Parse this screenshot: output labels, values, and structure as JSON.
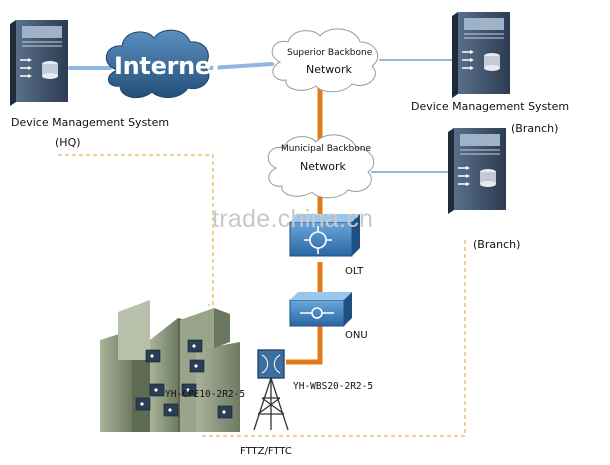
{
  "labels": {
    "dms_hq": "Device Management System",
    "hq": "(HQ)",
    "internet": "Internet",
    "superior_top": "Superior Backbone",
    "superior_bottom": "Network",
    "municipal_top": "Municipal Backbone",
    "municipal_bottom": "Network",
    "dms_branch": "Device Management System",
    "branch1": "(Branch)",
    "branch2": "(Branch)",
    "olt": "OLT",
    "onu": "ONU",
    "cpe": "YH-CPE10-2R2-5",
    "wbs": "YH-WBS20-2R2-5",
    "fttz": "FTTZ/FTTC",
    "watermark": "trade.china.cn"
  },
  "icons": {
    "server": "server-rack-icon",
    "cloud": "cloud-icon",
    "olt": "olt-device-icon",
    "onu": "onu-device-icon",
    "tower": "radio-tower-icon",
    "buildings": "city-buildings-icon"
  },
  "colors": {
    "blue_link": "#8fb8e0",
    "orange_link": "#e07b1a",
    "dashed_link": "#e0b64a",
    "internet_cloud": "#3a6f9e",
    "device_blue": "#3d7fb8"
  }
}
